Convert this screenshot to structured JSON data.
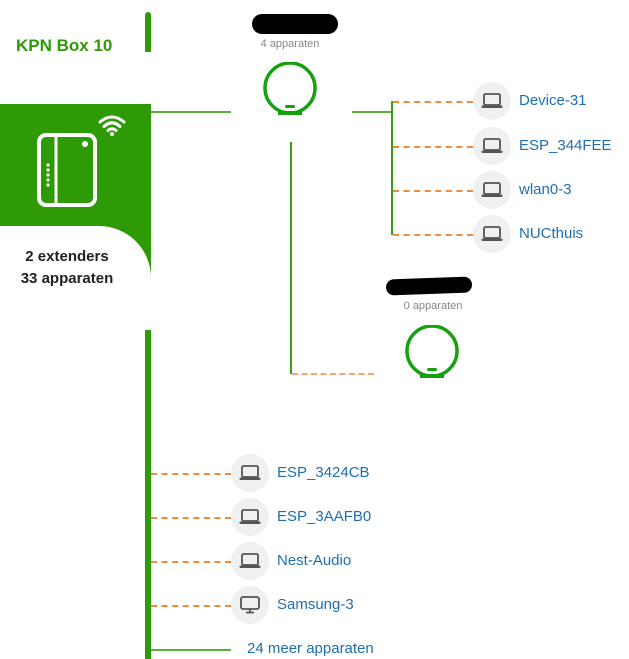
{
  "router": {
    "title": "KPN Box 10",
    "extenders_line": "2 extenders",
    "devices_line": "33 apparaten",
    "icon": "router-icon",
    "wifi_icon": "wifi-icon"
  },
  "extenders": [
    {
      "name_redacted": true,
      "device_count": "4 apparaten",
      "icon": "extender-icon",
      "devices": [
        {
          "name": "Device-31",
          "icon": "laptop-icon"
        },
        {
          "name": "ESP_344FEE",
          "icon": "laptop-icon"
        },
        {
          "name": "wlan0-3",
          "icon": "laptop-icon"
        },
        {
          "name": "NUCthuis",
          "icon": "laptop-icon"
        }
      ]
    },
    {
      "name_redacted": true,
      "device_count": "0 apparaten",
      "icon": "extender-icon",
      "devices": []
    }
  ],
  "direct_devices": [
    {
      "name": "ESP_3424CB",
      "icon": "laptop-icon"
    },
    {
      "name": "ESP_3AAFB0",
      "icon": "laptop-icon"
    },
    {
      "name": "Nest-Audio",
      "icon": "laptop-icon"
    },
    {
      "name": "Samsung-3",
      "icon": "monitor-icon"
    }
  ],
  "more_devices_link": "24 meer apparaten",
  "colors": {
    "brand_green": "#2e9a06",
    "connector_orange": "#f08a3c",
    "link_blue": "#1f6fb0"
  }
}
